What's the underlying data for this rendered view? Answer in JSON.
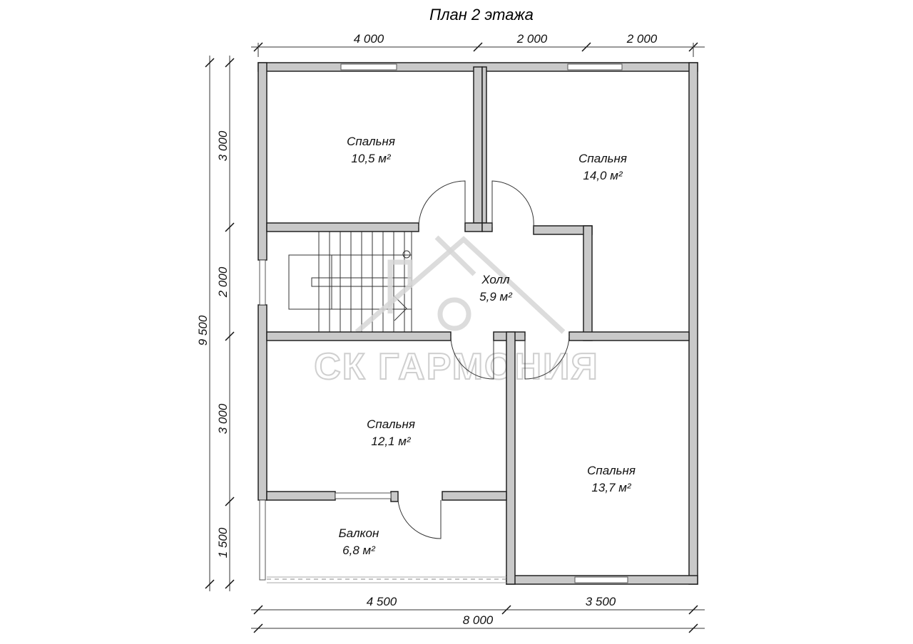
{
  "title": "План 2 этажа",
  "watermark": "СК ГАРМОНИЯ",
  "dimensions": {
    "top": [
      "4 000",
      "2 000",
      "2 000"
    ],
    "bottom": [
      "4 500",
      "3 500"
    ],
    "total_width": "8 000",
    "left": [
      "3 000",
      "2 000",
      "3 000",
      "1 500"
    ],
    "total_height": "9 500"
  },
  "rooms": [
    {
      "name": "Спальня",
      "area": "10,5 м²"
    },
    {
      "name": "Спальня",
      "area": "14,0 м²"
    },
    {
      "name": "Холл",
      "area": "5,9 м²"
    },
    {
      "name": "Спальня",
      "area": "12,1 м²"
    },
    {
      "name": "Спальня",
      "area": "13,7 м²"
    },
    {
      "name": "Балкон",
      "area": "6,8 м²"
    }
  ]
}
